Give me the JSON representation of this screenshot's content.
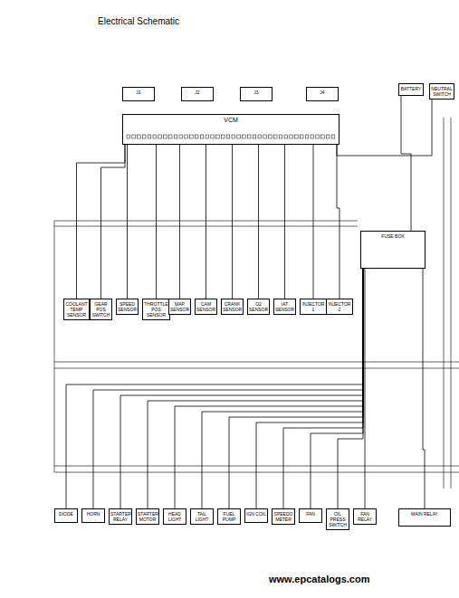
{
  "diagram": {
    "title": "Electrical Schematic",
    "nodes": [
      {
        "text": [
          "J1"
        ]
      },
      {
        "text": [
          "J2"
        ]
      },
      {
        "text": [
          "J3"
        ]
      },
      {
        "text": [
          "J4"
        ]
      },
      {
        "text": [
          "VCM"
        ]
      },
      {
        "text": [
          "BATTERY"
        ]
      },
      {
        "text": [
          "NEUTRAL SWITCH"
        ]
      },
      {
        "text": [
          "FUSE BOX"
        ]
      },
      {
        "text": [
          "COOLANT TEMP SENSOR"
        ]
      },
      {
        "text": [
          "GEAR POS SWITCH"
        ]
      },
      {
        "text": [
          "SPEED SENSOR"
        ]
      },
      {
        "text": [
          "THROTTLE POS SENSOR"
        ]
      },
      {
        "text": [
          "MAP SENSOR"
        ]
      },
      {
        "text": [
          "CAM SENSOR"
        ]
      },
      {
        "text": [
          "CRANK SENSOR"
        ]
      },
      {
        "text": [
          "O2 SENSOR"
        ]
      },
      {
        "text": [
          "IAT SENSOR"
        ]
      },
      {
        "text": [
          "INJECTOR 1"
        ]
      },
      {
        "text": [
          "INJECTOR 2"
        ]
      },
      {
        "text": [
          "DIODE"
        ]
      },
      {
        "text": [
          "HORN"
        ]
      },
      {
        "text": [
          "STARTER RELAY"
        ]
      },
      {
        "text": [
          "STARTER MOTOR"
        ]
      },
      {
        "text": [
          "HEAD LIGHT"
        ]
      },
      {
        "text": [
          "TAIL LIGHT"
        ]
      },
      {
        "text": [
          "FUEL PUMP"
        ]
      },
      {
        "text": [
          "IGN COIL"
        ]
      },
      {
        "text": [
          "SPEEDO METER"
        ]
      },
      {
        "text": [
          "FAN"
        ]
      },
      {
        "text": [
          "OIL PRESS SWITCH"
        ]
      },
      {
        "text": [
          "FAN RELAY"
        ]
      },
      {
        "text": [
          "MAIN RELAY"
        ]
      }
    ],
    "edges": [
      {
        "from": 4,
        "to": 8,
        "arrow": "none"
      },
      {
        "from": 4,
        "to": 9,
        "arrow": "none"
      },
      {
        "from": 4,
        "to": 10,
        "arrow": "none"
      },
      {
        "from": 4,
        "to": 11,
        "arrow": "none"
      },
      {
        "from": 4,
        "to": 12,
        "arrow": "none"
      },
      {
        "from": 4,
        "to": 13,
        "arrow": "none"
      },
      {
        "from": 4,
        "to": 14,
        "arrow": "none"
      },
      {
        "from": 4,
        "to": 15,
        "arrow": "none"
      },
      {
        "from": 4,
        "to": 16,
        "arrow": "none"
      },
      {
        "from": 4,
        "to": 17,
        "arrow": "none"
      },
      {
        "from": 4,
        "to": 18,
        "arrow": "none"
      },
      {
        "from": 7,
        "to": 19,
        "arrow": "none"
      },
      {
        "from": 7,
        "to": 20,
        "arrow": "none"
      },
      {
        "from": 7,
        "to": 21,
        "arrow": "none"
      },
      {
        "from": 7,
        "to": 22,
        "arrow": "none"
      },
      {
        "from": 7,
        "to": 23,
        "arrow": "none"
      },
      {
        "from": 7,
        "to": 24,
        "arrow": "none"
      },
      {
        "from": 7,
        "to": 25,
        "arrow": "none"
      },
      {
        "from": 7,
        "to": 26,
        "arrow": "none"
      },
      {
        "from": 7,
        "to": 27,
        "arrow": "none"
      },
      {
        "from": 7,
        "to": 28,
        "arrow": "none"
      },
      {
        "from": 7,
        "to": 29,
        "arrow": "none"
      },
      {
        "from": 7,
        "to": 30,
        "arrow": "none"
      },
      {
        "from": 7,
        "to": 31,
        "arrow": "none"
      },
      {
        "from": 5,
        "to": 7,
        "arrow": "none"
      },
      {
        "from": 6,
        "to": 4,
        "arrow": "none"
      }
    ],
    "labels": [
      "www.epcatalogs.com"
    ]
  }
}
